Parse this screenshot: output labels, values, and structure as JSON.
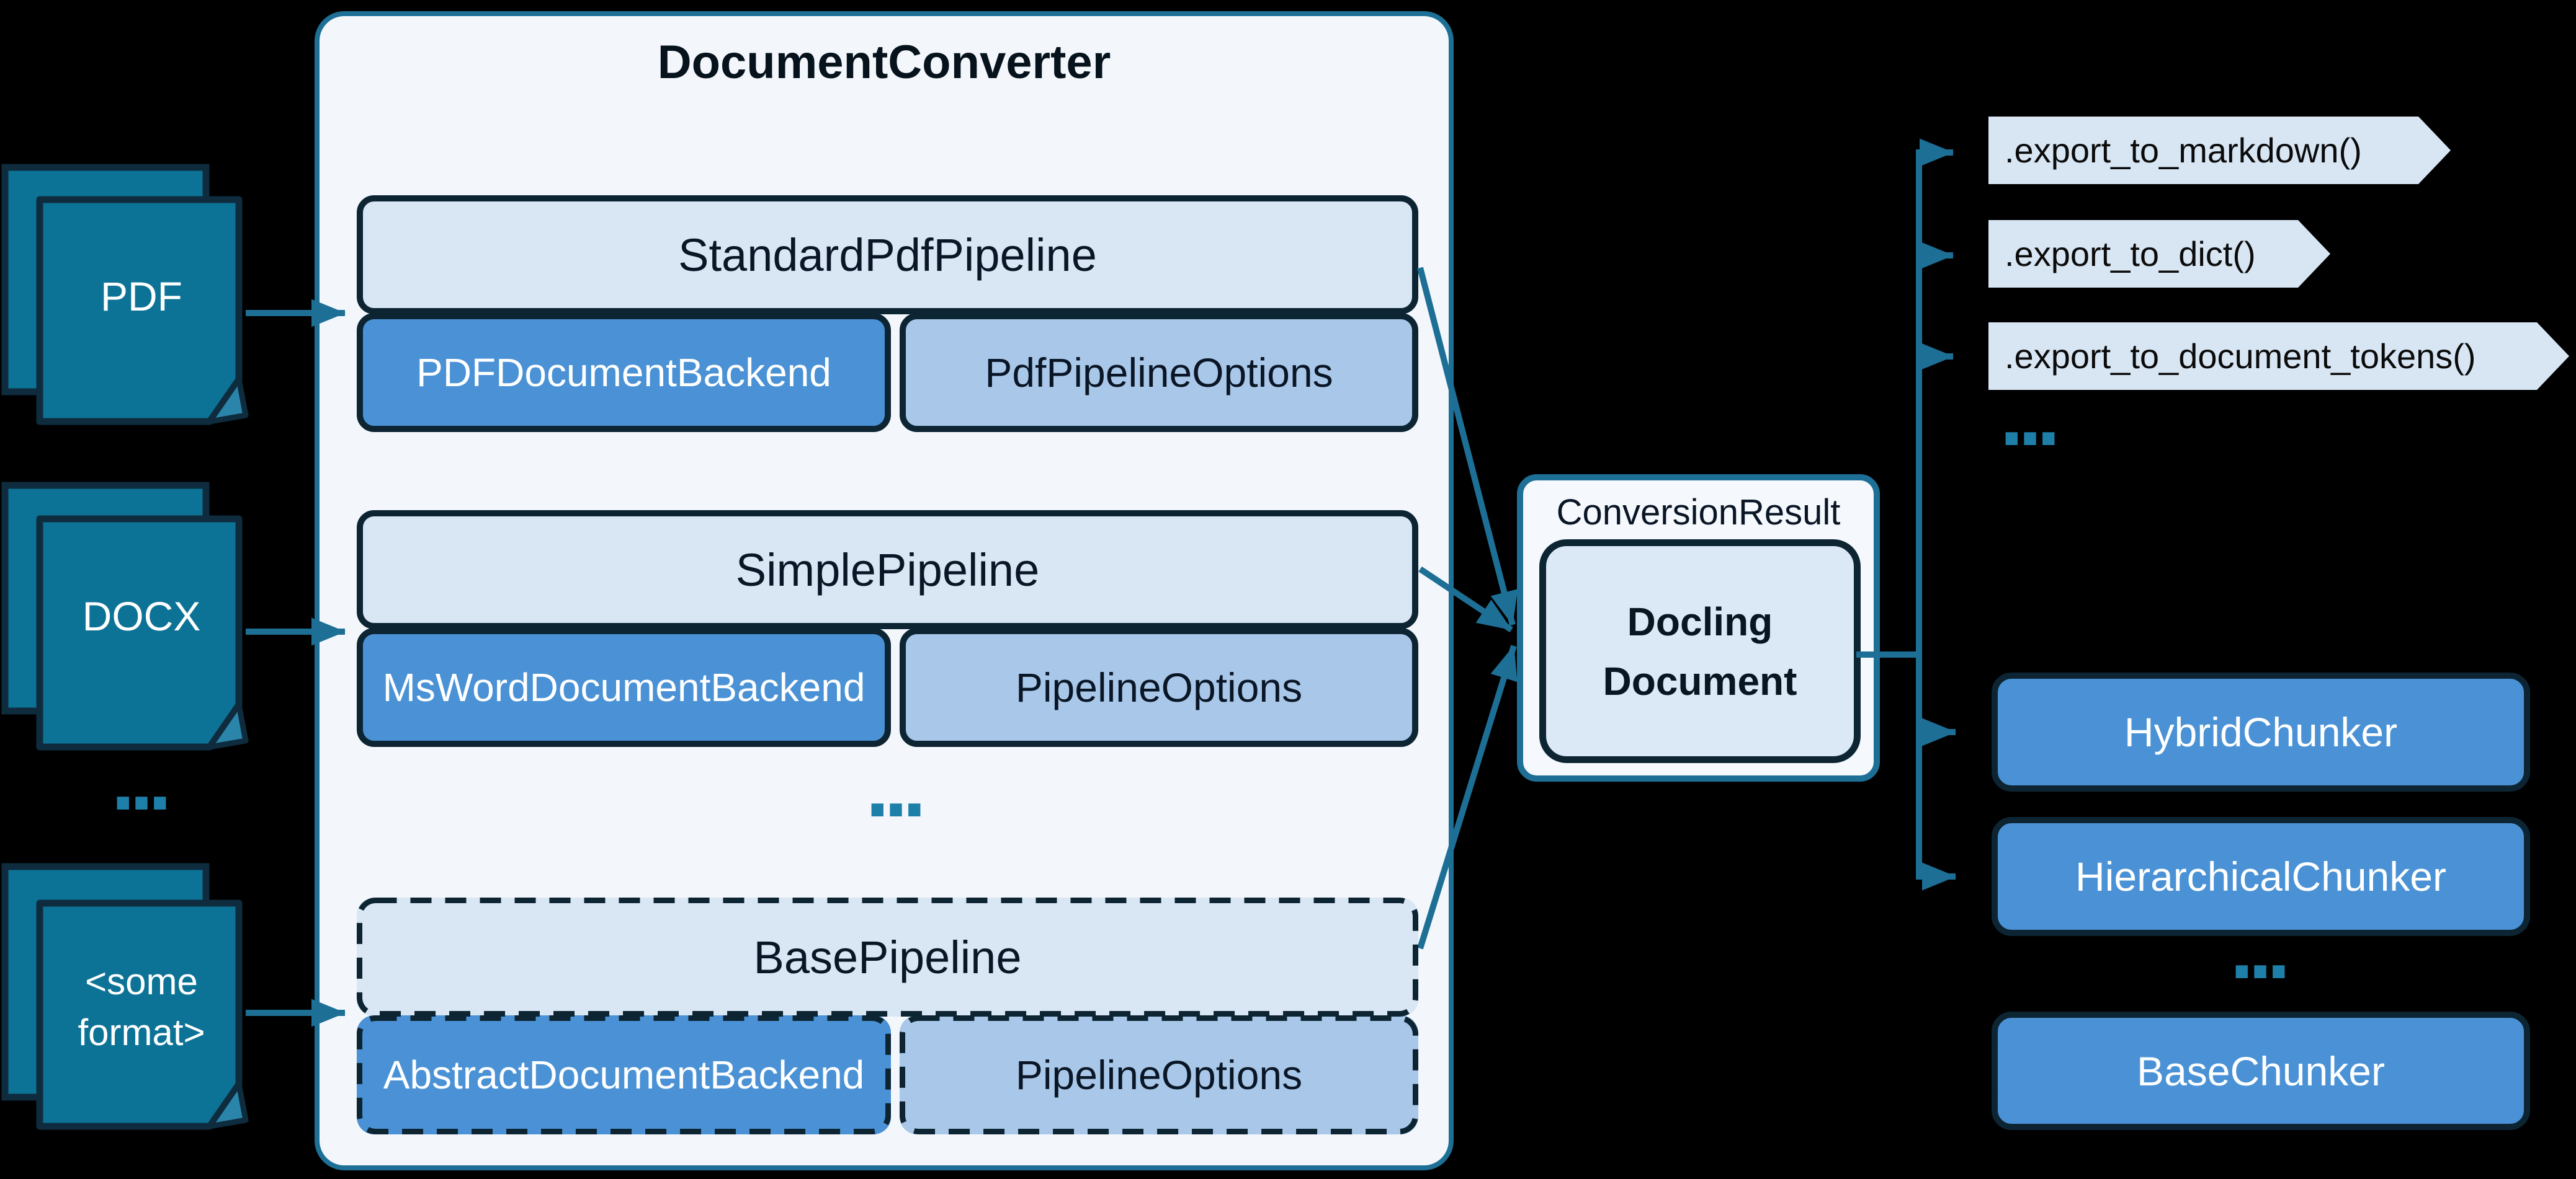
{
  "converter": {
    "title": "DocumentConverter",
    "pipelines": [
      {
        "name": "StandardPdfPipeline",
        "backend": "PDFDocumentBackend",
        "options": "PdfPipelineOptions",
        "style": "solid"
      },
      {
        "name": "SimplePipeline",
        "backend": "MsWordDocumentBackend",
        "options": "PipelineOptions",
        "style": "solid"
      },
      {
        "name": "BasePipeline",
        "backend": "AbstractDocumentBackend",
        "options": "PipelineOptions",
        "style": "dashed"
      }
    ],
    "ellipsis": "..."
  },
  "inputs": [
    {
      "label": "PDF"
    },
    {
      "label": "DOCX"
    },
    {
      "label": "<some\nformat>"
    }
  ],
  "inputs_ellipsis": "...",
  "result": {
    "label": "ConversionResult",
    "document": "Docling\nDocument"
  },
  "exports": [
    ".export_to_markdown()",
    ".export_to_dict()",
    ".export_to_document_tokens()"
  ],
  "exports_ellipsis": "...",
  "chunkers": [
    {
      "label": "HybridChunker",
      "style": "solid"
    },
    {
      "label": "HierarchicalChunker",
      "style": "solid"
    },
    {
      "label": "BaseChunker",
      "style": "dashed"
    }
  ],
  "chunkers_ellipsis": "...",
  "icons": [
    {
      "name": "pdf-documents-icon"
    },
    {
      "name": "docx-documents-icon"
    },
    {
      "name": "generic-format-documents-icon"
    }
  ],
  "palette": {
    "background": "#000000",
    "flow_line_teal": "#1D6F96",
    "ellipsis_teal": "#1E7FA9",
    "converter_fill": "#F3F7FB",
    "converter_border": "#1D6F96",
    "box_border_dark": "#0D2433",
    "pipeline_header_fill": "#D9E6F4",
    "backend_fill": "#4A92D5",
    "options_fill": "#A9C8E9",
    "result_fill": "#F5F9FD",
    "docling_document_fill": "#DBE8F6",
    "export_tag_fill": "#D8E6F4",
    "chunker_fill": "#4A92D5",
    "doc_icon_fill": "#0D7396",
    "doc_icon_border": "#0E2C3E",
    "doc_icon_fold_fill": "#2B85AA"
  }
}
